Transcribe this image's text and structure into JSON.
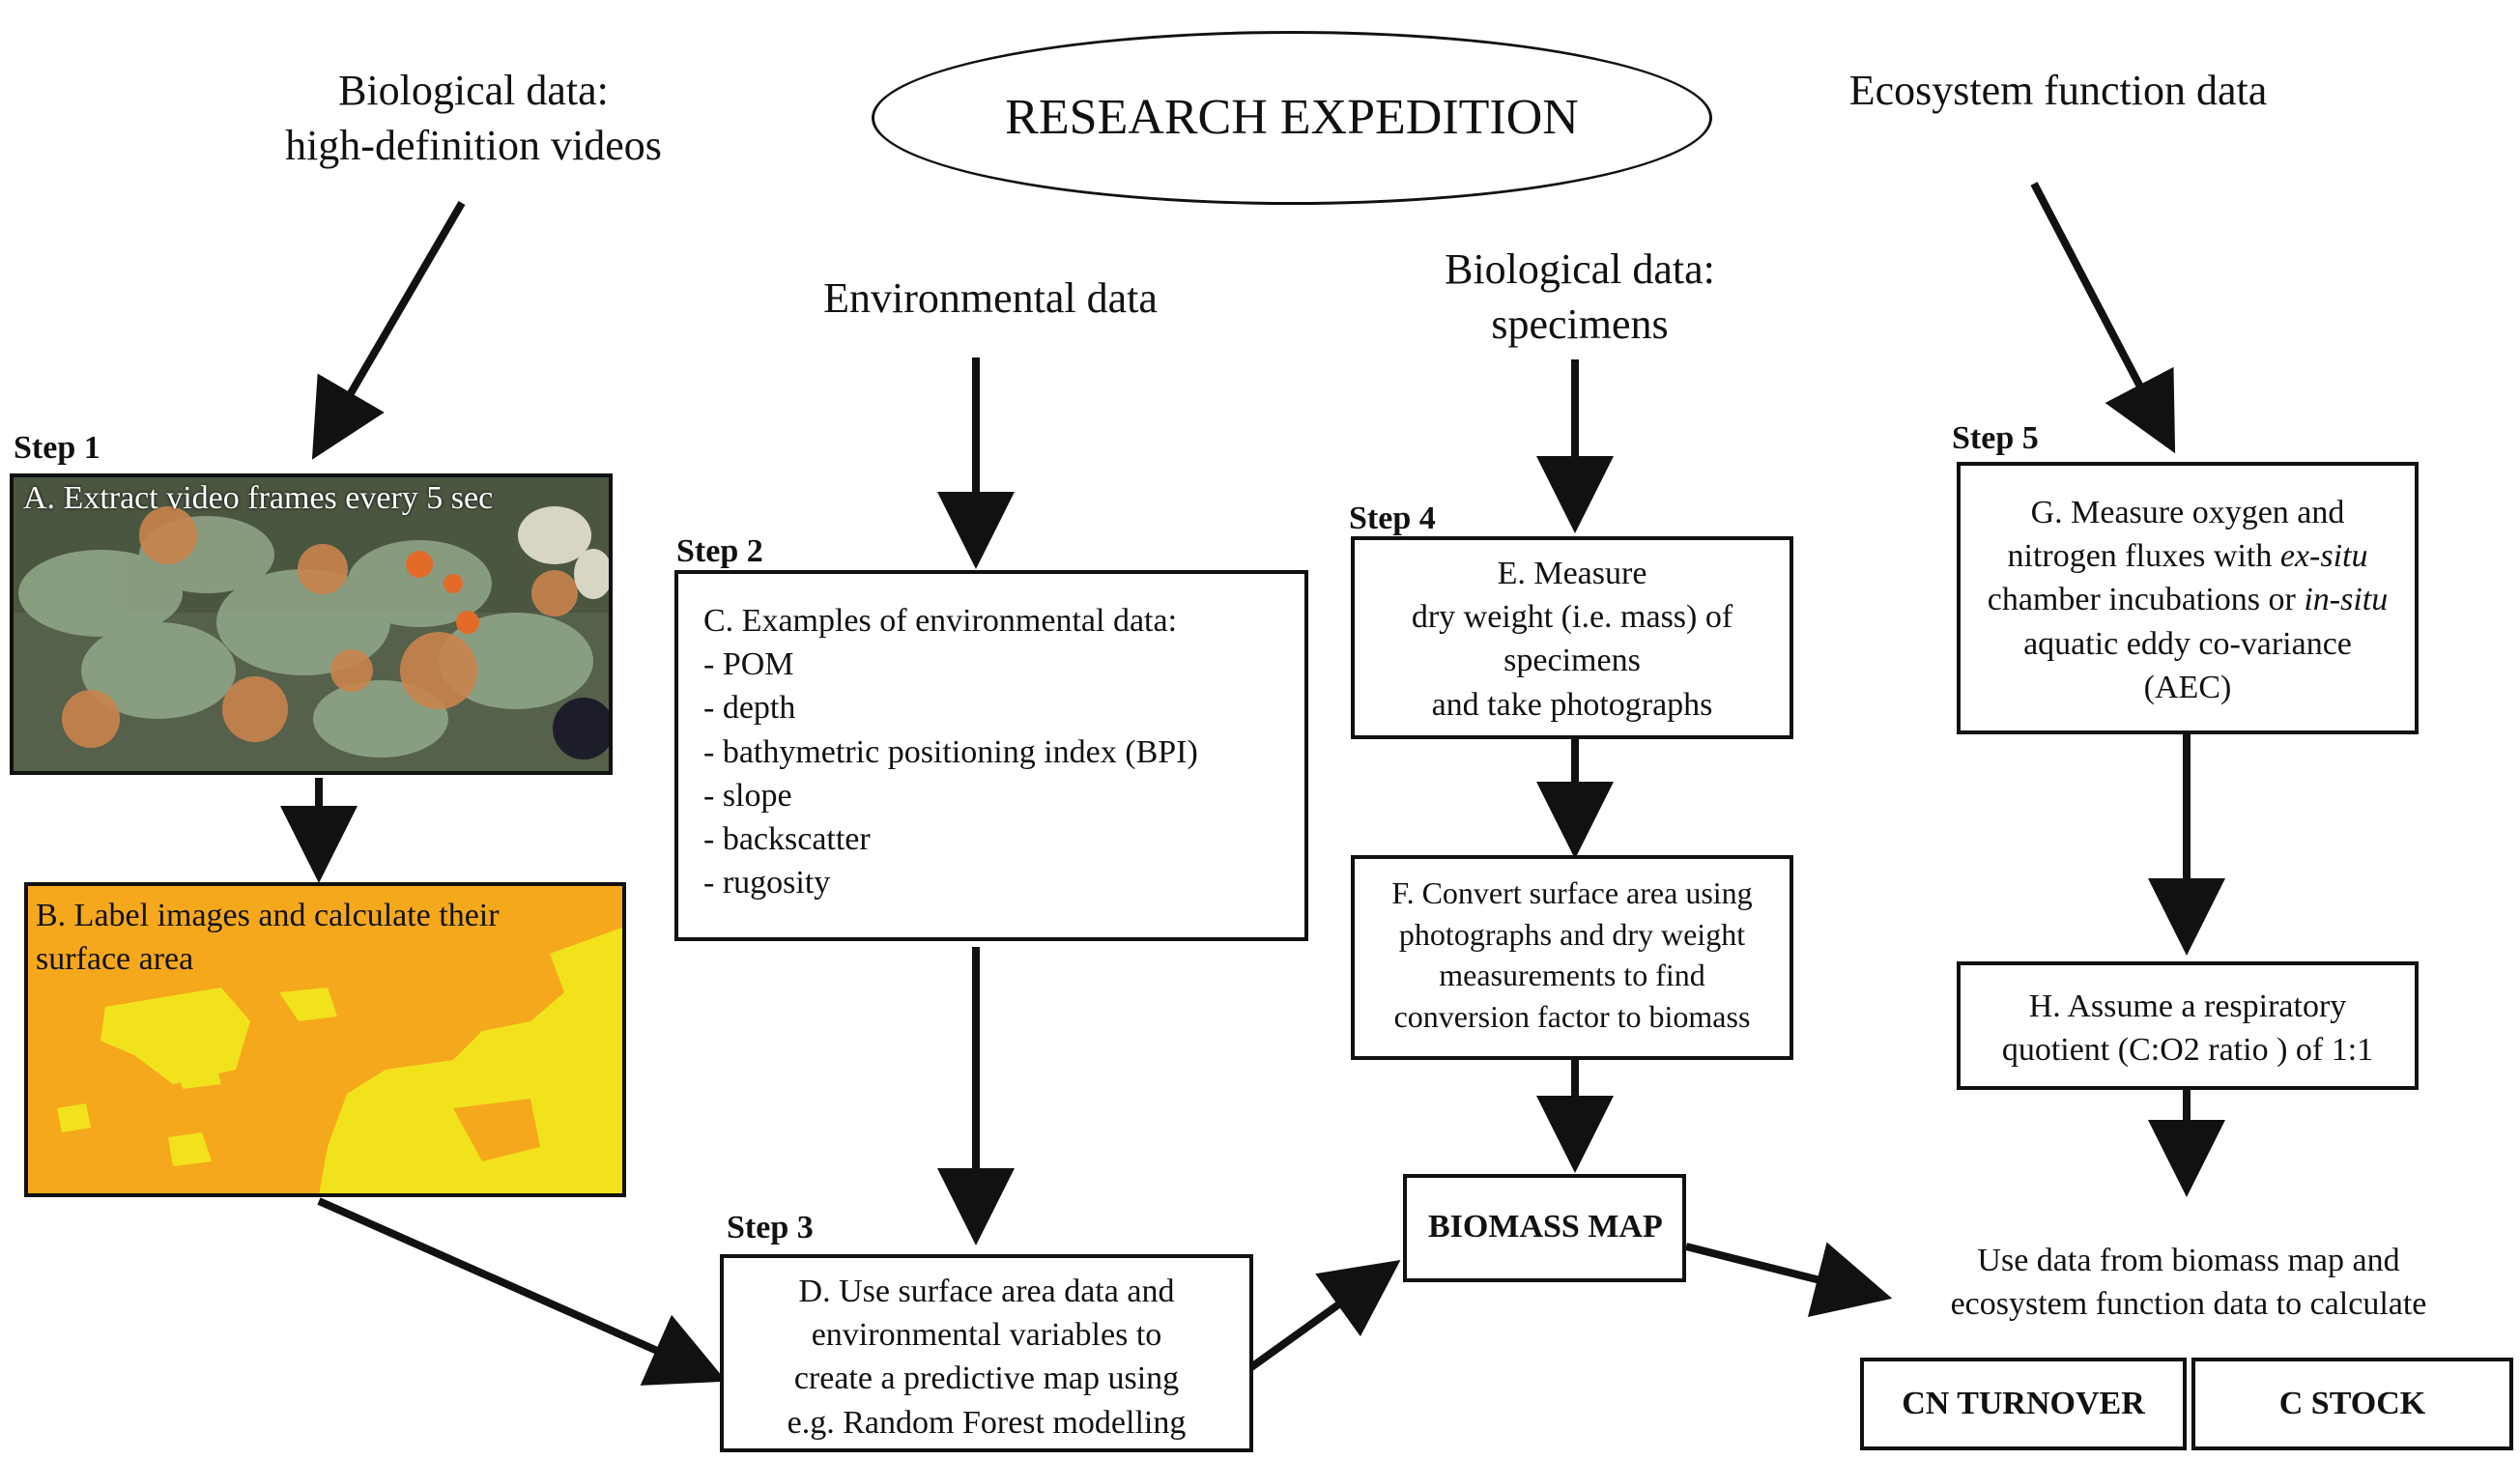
{
  "title": "RESEARCH EXPEDITION",
  "sources": {
    "videos": [
      "Biological data:",
      "high-definition videos"
    ],
    "environmental": "Environmental data",
    "specimens": [
      "Biological data:",
      "specimens"
    ],
    "ecosystem": "Ecosystem function data"
  },
  "steps": {
    "s1": "Step 1",
    "s2": "Step 2",
    "s3": "Step 3",
    "s4": "Step 4",
    "s5": "Step 5"
  },
  "boxes": {
    "A": "A. Extract video frames every 5 sec",
    "B": [
      "B. Label images and calculate their",
      "surface area"
    ],
    "C": {
      "title": "C. Examples of environmental data:",
      "items": [
        "- POM",
        "- depth",
        "- bathymetric positioning index (BPI)",
        "- slope",
        "- backscatter",
        "- rugosity"
      ]
    },
    "D": [
      "D. Use surface area data and",
      "environmental variables to",
      "create a predictive map using",
      "e.g. Random Forest modelling"
    ],
    "E": [
      "E. Measure",
      "dry weight (i.e. mass) of",
      "specimens",
      "and take photographs"
    ],
    "F": [
      "F. Convert surface area using",
      "photographs and dry weight",
      "measurements to find",
      "conversion factor to biomass"
    ],
    "G": {
      "line1": "G. Measure oxygen and",
      "line2a": "nitrogen fluxes with ",
      "line2b": "ex-situ",
      "line3a": "chamber incubations or ",
      "line3b": "in-situ",
      "line4": "aquatic eddy co-variance",
      "line5": "(AEC)"
    },
    "H": [
      "H. Assume a respiratory",
      "quotient (C:O2 ratio ) of 1:1"
    ],
    "biomass": "BIOMASS MAP",
    "final": [
      "Use data from biomass map and",
      "ecosystem function data to calculate"
    ],
    "cn": "CN TURNOVER",
    "cstock": "C STOCK"
  },
  "colors": {
    "stroke": "#111111",
    "label_orange": "#f5a81c",
    "label_yellow": "#f2e21c",
    "video_green": "#5f6e52"
  }
}
